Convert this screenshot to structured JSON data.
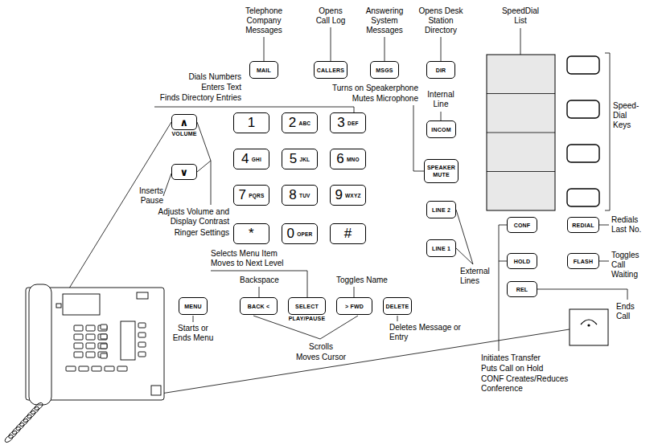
{
  "diagram": {
    "nodes": [
      {
        "text": [
          "MAIL"
        ]
      },
      {
        "text": [
          "CALLERS"
        ]
      },
      {
        "text": [
          "MSGS"
        ]
      },
      {
        "text": [
          "DIR"
        ]
      },
      {
        "text": [
          "∧",
          "VOLUME"
        ]
      },
      {
        "text": [
          "1"
        ]
      },
      {
        "text": [
          "2",
          "ABC"
        ]
      },
      {
        "text": [
          "3",
          "DEF"
        ]
      },
      {
        "text": [
          "INCOM"
        ]
      },
      {
        "text": [
          "∨"
        ]
      },
      {
        "text": [
          "4",
          "GHI"
        ]
      },
      {
        "text": [
          "5",
          "JKL"
        ]
      },
      {
        "text": [
          "6",
          "MNO"
        ]
      },
      {
        "text": [
          "SPEAKER",
          "MUTE"
        ]
      },
      {
        "text": [
          "7",
          "PQRS"
        ]
      },
      {
        "text": [
          "8",
          "TUV"
        ]
      },
      {
        "text": [
          "9",
          "WXYZ"
        ]
      },
      {
        "text": [
          "LINE 2"
        ]
      },
      {
        "text": [
          "CONF"
        ]
      },
      {
        "text": [
          "REDIAL"
        ]
      },
      {
        "text": [
          "*"
        ]
      },
      {
        "text": [
          "0",
          "OPER"
        ]
      },
      {
        "text": [
          "#"
        ]
      },
      {
        "text": [
          "LINE 1"
        ]
      },
      {
        "text": [
          "HOLD"
        ]
      },
      {
        "text": [
          "FLASH"
        ]
      },
      {
        "text": [
          "REL"
        ]
      },
      {
        "text": [
          "MENU"
        ]
      },
      {
        "text": [
          "BACK <"
        ]
      },
      {
        "text": [
          "SELECT",
          "PLAY/PAUSE"
        ]
      },
      {
        "text": [
          "> FWD"
        ]
      },
      {
        "text": [
          "DELETE"
        ]
      }
    ],
    "labels": [
      "Telephone Company Messages",
      "Opens Call Log",
      "Answering System Messages",
      "Opens Desk Station Directory",
      "SpeedDial List",
      "Dials Numbers",
      "Enters Text",
      "Finds Directory Entries",
      "Turns on Speakerphone",
      "Mutes Microphone",
      "Internal Line",
      "Speed-Dial Keys",
      "Inserts Pause",
      "Adjusts Volume and Display Contrast",
      "Ringer Settings",
      "External Lines",
      "Redials Last No.",
      "Selects Menu Item",
      "Moves to Next Level",
      "Backspace",
      "Toggles Name",
      "Toggles Call Waiting",
      "Ends Call",
      "Starts or Ends Menu",
      "Deletes Message or Entry",
      "Scrolls",
      "Moves Cursor",
      "Initiates Transfer",
      "Puts Call on Hold",
      "CONF Creates/Reduces Conference"
    ]
  }
}
